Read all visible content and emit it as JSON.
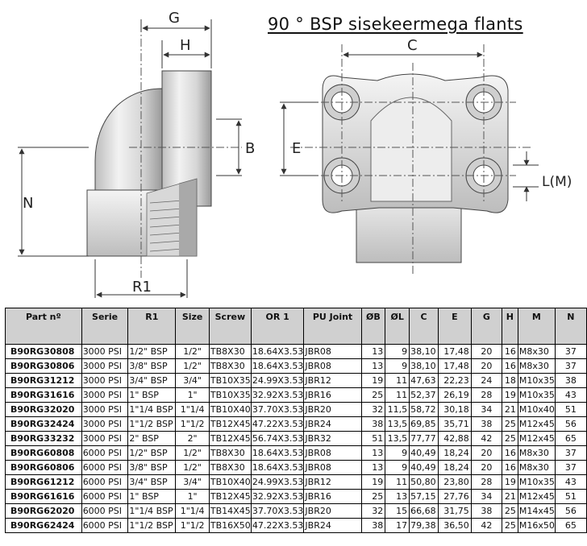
{
  "title": "90 ° BSP sisekeermega flants",
  "drawing": {
    "labels": {
      "g": "G",
      "h": "H",
      "b": "B",
      "n": "N",
      "r1": "R1",
      "c": "C",
      "e": "E",
      "lm": "L(M)"
    }
  },
  "table": {
    "headers": [
      "Part nº",
      "Serie",
      "R1",
      "Size",
      "Screw",
      "OR 1",
      "PU Joint",
      "ØB",
      "ØL",
      "C",
      "E",
      "G",
      "H",
      "M",
      "N"
    ],
    "rows": [
      [
        "B90RG30808",
        "3000 PSI",
        "1/2\" BSP",
        "1/2\"",
        "TB8X30",
        "18.64X3.53",
        "JBR08",
        "13",
        "9",
        "38,10",
        "17,48",
        "20",
        "16",
        "M8x30",
        "37"
      ],
      [
        "B90RG30806",
        "3000 PSI",
        "3/8\" BSP",
        "1/2\"",
        "TB8X30",
        "18.64X3.53",
        "JBR08",
        "13",
        "9",
        "38,10",
        "17,48",
        "20",
        "16",
        "M8x30",
        "37"
      ],
      [
        "B90RG31212",
        "3000 PSI",
        "3/4\" BSP",
        "3/4\"",
        "TB10X35",
        "24.99X3.53",
        "JBR12",
        "19",
        "11",
        "47,63",
        "22,23",
        "24",
        "18",
        "M10x35",
        "38"
      ],
      [
        "B90RG31616",
        "3000 PSI",
        "1\" BSP",
        "1\"",
        "TB10X35",
        "32.92X3.53",
        "JBR16",
        "25",
        "11",
        "52,37",
        "26,19",
        "28",
        "19",
        "M10x35",
        "43"
      ],
      [
        "B90RG32020",
        "3000 PSI",
        "1\"1/4 BSP",
        "1\"1/4",
        "TB10X40",
        "37.70X3.53",
        "JBR20",
        "32",
        "11,5",
        "58,72",
        "30,18",
        "34",
        "21",
        "M10x40",
        "51"
      ],
      [
        "B90RG32424",
        "3000 PSI",
        "1\"1/2 BSP",
        "1\"1/2",
        "TB12X45",
        "47.22X3.53",
        "JBR24",
        "38",
        "13,5",
        "69,85",
        "35,71",
        "38",
        "25",
        "M12x45",
        "56"
      ],
      [
        "B90RG33232",
        "3000 PSI",
        "2\" BSP",
        "2\"",
        "TB12X45",
        "56.74X3.53",
        "JBR32",
        "51",
        "13,5",
        "77,77",
        "42,88",
        "42",
        "25",
        "M12x45",
        "65"
      ],
      [
        "B90RG60808",
        "6000 PSI",
        "1/2\" BSP",
        "1/2\"",
        "TB8X30",
        "18.64X3.53",
        "JBR08",
        "13",
        "9",
        "40,49",
        "18,24",
        "20",
        "16",
        "M8x30",
        "37"
      ],
      [
        "B90RG60806",
        "6000 PSI",
        "3/8\" BSP",
        "1/2\"",
        "TB8X30",
        "18.64X3.53",
        "JBR08",
        "13",
        "9",
        "40,49",
        "18,24",
        "20",
        "16",
        "M8x30",
        "37"
      ],
      [
        "B90RG61212",
        "6000 PSI",
        "3/4\" BSP",
        "3/4\"",
        "TB10X40",
        "24.99X3.53",
        "JBR12",
        "19",
        "11",
        "50,80",
        "23,80",
        "28",
        "19",
        "M10x35",
        "43"
      ],
      [
        "B90RG61616",
        "6000 PSI",
        "1\" BSP",
        "1\"",
        "TB12X45",
        "32.92X3.53",
        "JBR16",
        "25",
        "13",
        "57,15",
        "27,76",
        "34",
        "21",
        "M12x45",
        "51"
      ],
      [
        "B90RG62020",
        "6000 PSI",
        "1\"1/4 BSP",
        "1\"1/4",
        "TB14X45",
        "37.70X3.53",
        "JBR20",
        "32",
        "15",
        "66,68",
        "31,75",
        "38",
        "25",
        "M14x45",
        "56"
      ],
      [
        "B90RG62424",
        "6000 PSI",
        "1\"1/2 BSP",
        "1\"1/2",
        "TB16X50",
        "47.22X3.53",
        "JBR24",
        "38",
        "17",
        "79,38",
        "36,50",
        "42",
        "25",
        "M16x50",
        "65"
      ]
    ]
  }
}
